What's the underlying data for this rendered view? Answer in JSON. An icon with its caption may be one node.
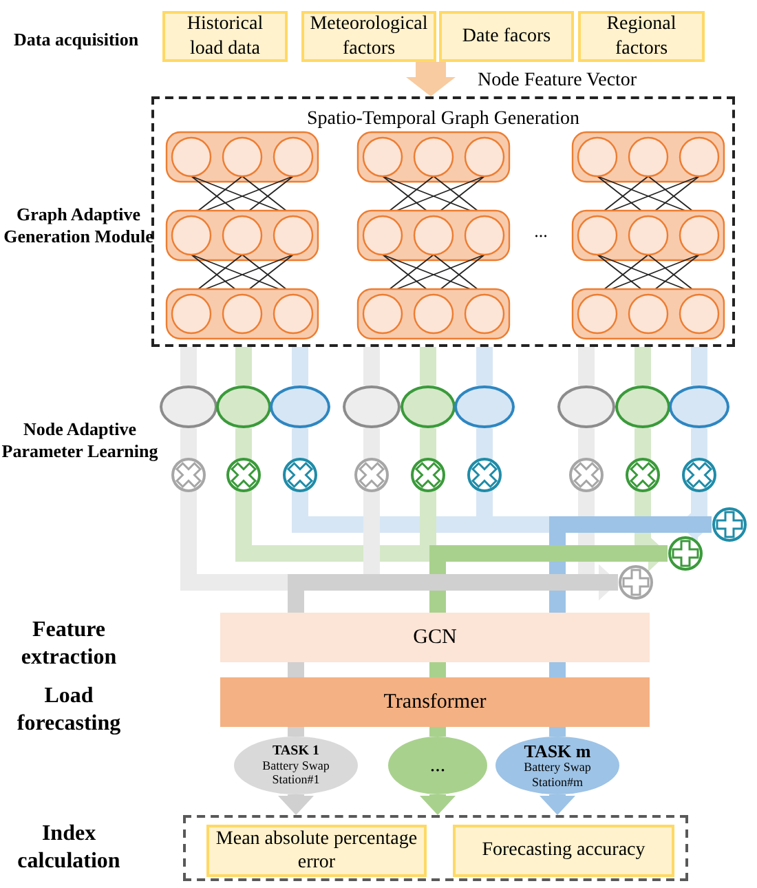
{
  "diagram": {
    "nodes": [
      {
        "text": [
          "Historical load data"
        ]
      },
      {
        "text": [
          "Meteorological factors"
        ]
      },
      {
        "text": [
          "Date facors"
        ]
      },
      {
        "text": [
          "Regional factors"
        ]
      },
      {
        "text": [
          "Spatio-Temporal Graph Generation"
        ]
      },
      {
        "text": [],
        "shape": "ellipse"
      },
      {
        "text": [],
        "shape": "ellipse"
      },
      {
        "text": [],
        "shape": "ellipse"
      },
      {
        "text": [],
        "shape": "ellipse"
      },
      {
        "text": [],
        "shape": "ellipse"
      },
      {
        "text": [],
        "shape": "ellipse"
      },
      {
        "text": [],
        "shape": "ellipse"
      },
      {
        "text": [],
        "shape": "ellipse"
      },
      {
        "text": [],
        "shape": "ellipse"
      },
      {
        "text": [],
        "shape": "circle"
      },
      {
        "text": [],
        "shape": "circle"
      },
      {
        "text": [],
        "shape": "circle"
      },
      {
        "text": [
          "GCN"
        ]
      },
      {
        "text": [
          "Transformer"
        ]
      },
      {
        "text": [
          "TASK 1",
          "Battery Swap Station#1"
        ]
      },
      {
        "text": [
          "..."
        ]
      },
      {
        "text": [
          "TASK m",
          "Battery Swap Station#m"
        ]
      },
      {
        "text": [],
        "shape": "box"
      },
      {
        "text": [
          "Mean absolute percentage error"
        ],
        "in": 22
      },
      {
        "text": [
          "Forecasting accuracy"
        ],
        "in": 22
      }
    ],
    "edges": [
      {
        "from": 1,
        "to": 4,
        "arrow": "to",
        "label": "Node Feature Vector",
        "style": "thick",
        "color": "#f8cba0"
      },
      {
        "from": 4,
        "to": 5,
        "arrow": "none",
        "color": "#ebebeb"
      },
      {
        "from": 4,
        "to": 6,
        "arrow": "none",
        "color": "#d5e8c8"
      },
      {
        "from": 4,
        "to": 7,
        "arrow": "none",
        "color": "#d6e6f4"
      },
      {
        "from": 4,
        "to": 8,
        "arrow": "none",
        "color": "#ebebeb"
      },
      {
        "from": 4,
        "to": 9,
        "arrow": "none",
        "color": "#d5e8c8"
      },
      {
        "from": 4,
        "to": 10,
        "arrow": "none",
        "color": "#d6e6f4"
      },
      {
        "from": 4,
        "to": 11,
        "arrow": "none",
        "color": "#ebebeb"
      },
      {
        "from": 4,
        "to": 12,
        "arrow": "none",
        "color": "#d5e8c8"
      },
      {
        "from": 4,
        "to": 13,
        "arrow": "none",
        "color": "#d6e6f4"
      },
      {
        "from": 5,
        "to": 16,
        "arrow": "to",
        "color": "#ebebeb"
      },
      {
        "from": 6,
        "to": 15,
        "arrow": "to",
        "color": "#d5e8c8"
      },
      {
        "from": 7,
        "to": 14,
        "arrow": "to",
        "color": "#d6e6f4"
      },
      {
        "from": 8,
        "to": 16,
        "arrow": "to",
        "color": "#ebebeb"
      },
      {
        "from": 9,
        "to": 15,
        "arrow": "to",
        "color": "#d5e8c8"
      },
      {
        "from": 10,
        "to": 14,
        "arrow": "to",
        "color": "#d6e6f4"
      },
      {
        "from": 11,
        "to": 16,
        "arrow": "to",
        "color": "#ebebeb"
      },
      {
        "from": 12,
        "to": 15,
        "arrow": "to",
        "color": "#d5e8c8"
      },
      {
        "from": 13,
        "to": 14,
        "arrow": "to",
        "color": "#d6e6f4"
      },
      {
        "from": 14,
        "to": 17,
        "arrow": "none",
        "color": "#9dc3e6"
      },
      {
        "from": 15,
        "to": 17,
        "arrow": "none",
        "color": "#a9d18e"
      },
      {
        "from": 16,
        "to": 17,
        "arrow": "none",
        "color": "#d0d0d0"
      },
      {
        "from": 17,
        "to": 18,
        "arrow": "none",
        "color": "#d0d0d0"
      },
      {
        "from": 17,
        "to": 18,
        "arrow": "none",
        "color": "#a9d18e"
      },
      {
        "from": 17,
        "to": 18,
        "arrow": "none",
        "color": "#9dc3e6"
      },
      {
        "from": 18,
        "to": 19,
        "arrow": "none",
        "color": "#d0d0d0"
      },
      {
        "from": 18,
        "to": 20,
        "arrow": "none",
        "color": "#a9d18e"
      },
      {
        "from": 18,
        "to": 21,
        "arrow": "none",
        "color": "#9dc3e6"
      },
      {
        "from": 19,
        "to": 22,
        "arrow": "to",
        "color": "#d0d0d0"
      },
      {
        "from": 20,
        "to": 22,
        "arrow": "to",
        "color": "#a9d18e"
      },
      {
        "from": 21,
        "to": 22,
        "arrow": "to",
        "color": "#9dc3e6"
      }
    ],
    "labels": [
      "Data acquisition",
      "Graph Adaptive Generation Module",
      "...",
      "Node Adaptive Parameter Learning",
      "Feature extraction",
      "Load forecasting",
      "Index calculation"
    ]
  }
}
